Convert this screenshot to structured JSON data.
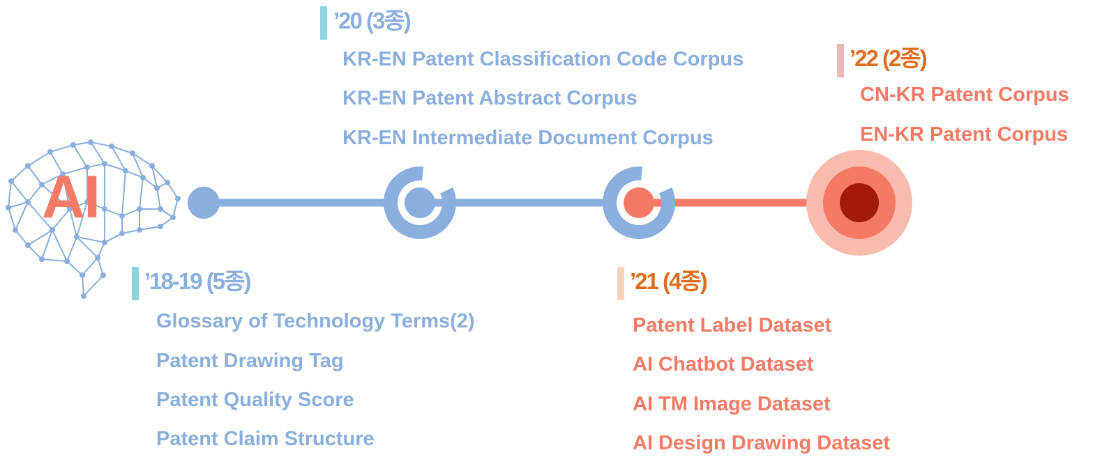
{
  "colors": {
    "blue": "#8AAEDD",
    "teal": "#8ED4DE",
    "coral": "#F47A65",
    "orange": "#E06D1F",
    "peach": "#FAD3B6",
    "pink": "#E9B9B7",
    "dark_red": "#A21A08",
    "halo": "#F9BBAE"
  },
  "logo": {
    "text": "AI"
  },
  "periods": [
    {
      "title": "’18-19 (5종)",
      "items": [
        "Glossary of Technology Terms(2)",
        "Patent Drawing Tag",
        "Patent Quality Score",
        "Patent Claim Structure"
      ]
    },
    {
      "title": "’20 (3종)",
      "items": [
        "KR-EN Patent Classification Code Corpus",
        "KR-EN Patent Abstract Corpus",
        "KR-EN Intermediate Document Corpus"
      ]
    },
    {
      "title": "’21 (4종)",
      "items": [
        "Patent Label Dataset",
        "AI Chatbot Dataset",
        "AI TM Image Dataset",
        "AI Design Drawing Dataset"
      ]
    },
    {
      "title": "’22 (2종)",
      "items": [
        "CN-KR Patent Corpus",
        "EN-KR Patent Corpus"
      ]
    }
  ]
}
